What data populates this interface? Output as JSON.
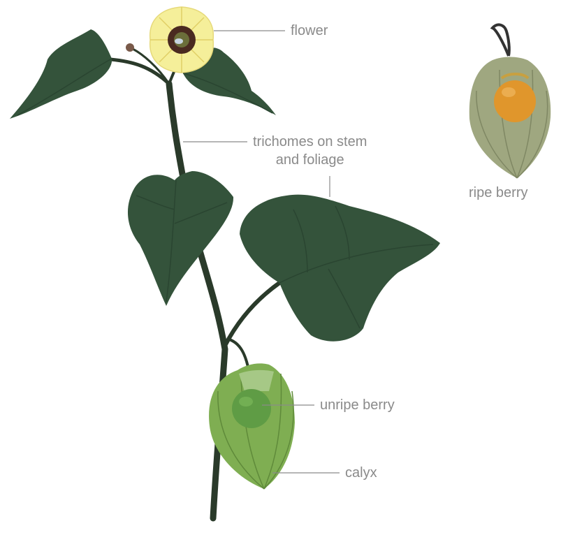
{
  "labels": {
    "flower": "flower",
    "trichomes_line1": "trichomes on stem",
    "trichomes_line2": "and foliage",
    "unripe_berry": "unripe berry",
    "calyx": "calyx",
    "ripe_berry": "ripe berry"
  },
  "colors": {
    "leaf": "#34533b",
    "leaf_dark": "#2a4531",
    "stem": "#2a3a2a",
    "flower_petal": "#f5ef9a",
    "flower_center": "#4a2a20",
    "calyx_green": "#7fae52",
    "unripe_berry": "#5f9c45",
    "ripe_calyx": "#9fa780",
    "ripe_berry": "#e0962c",
    "leader_line": "#8a8a8a"
  }
}
